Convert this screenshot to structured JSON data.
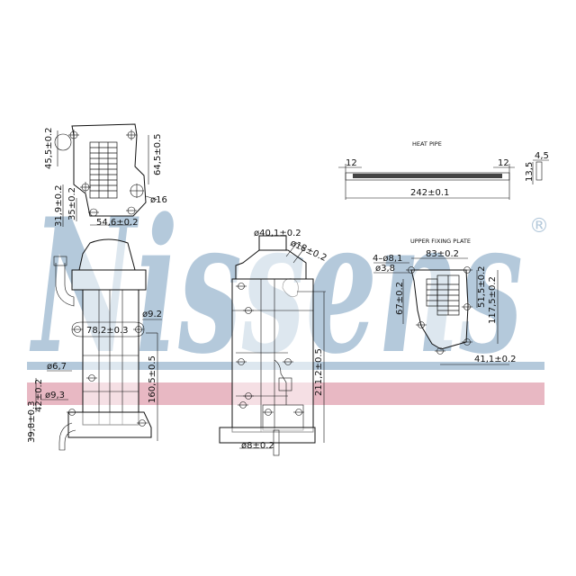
{
  "brand": {
    "watermark": "Nissens",
    "registered_mark": "®",
    "colors": {
      "logo_blue": "#b4c9db",
      "band_blue": "#b4c9db",
      "band_pink": "#e8b8c3",
      "line": "#111111"
    }
  },
  "views": {
    "top_plan": {
      "dims": {
        "d45_5": "45,5±0.2",
        "d64_5": "64,5±0.5",
        "d31_9": "31,9±0.2",
        "d35": "35±0.2",
        "d54_6": "54,6±0.2",
        "d16": "ø16"
      }
    },
    "front": {
      "dims": {
        "d9_2": "ø9.2",
        "d78_2": "78,2±0.3",
        "d6_7": "ø6,7",
        "d9_3": "ø9,3",
        "d42": "42±0.2",
        "d160_5": "160,5±0.5",
        "d39_8": "39,8±0.3"
      }
    },
    "side": {
      "dims": {
        "d40_1": "ø40,1±0.2",
        "d18": "ø18±0.2",
        "d211_2": "211,2±0.5",
        "d8": "ø8±0.2"
      }
    },
    "heat_pipe": {
      "title": "HEAT PIPE",
      "dims": {
        "left12": "12",
        "right12": "12",
        "length": "242±0.1",
        "width45": "4,5",
        "height135": "13,5"
      }
    },
    "upper_fixing_plate": {
      "title": "UPPER FIXING PLATE",
      "dims": {
        "holes": "4–ø8,1",
        "d3_8": "ø3,8",
        "d83": "83±0.2",
        "d67": "67±0.2",
        "d51_5": "51,5±0.2",
        "d117_5": "117,5±0.2",
        "d41_1": "41,1±0.2"
      }
    }
  }
}
